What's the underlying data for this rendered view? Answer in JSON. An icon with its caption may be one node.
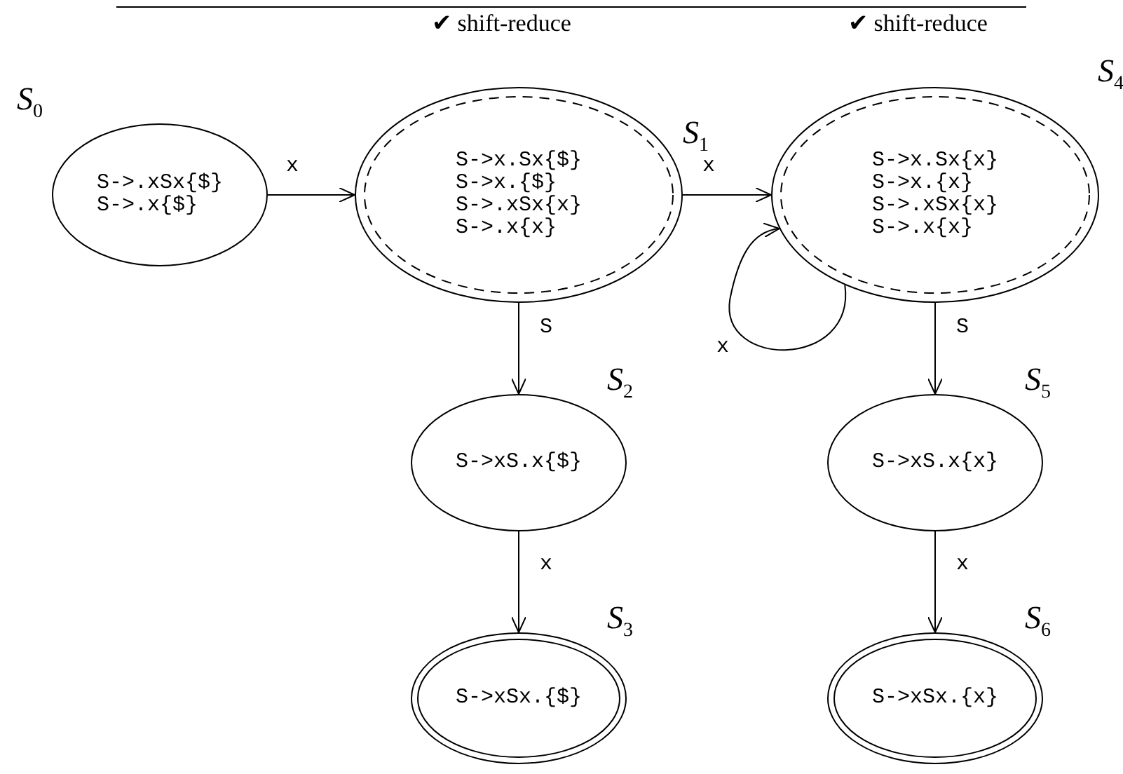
{
  "diagram": {
    "nodes": [
      {
        "text": [
          "S->.xSx{$}",
          "S->.x{$}"
        ],
        "beside": [
          "S$_{0}$"
        ]
      },
      {
        "text": [
          "S->x.Sx{$}",
          "S->x.{$}",
          "S->.xSx{x}",
          "S->.x{x}"
        ],
        "beside": [
          "✔ shift-reduce",
          "S$_{1}$"
        ]
      },
      {
        "text": [
          "S->xS.x{$}"
        ],
        "beside": [
          "S$_{2}$"
        ]
      },
      {
        "text": [
          "S->xSx.{$}"
        ],
        "beside": [
          "S$_{3}$"
        ]
      },
      {
        "text": [
          "S->x.Sx{x}",
          "S->x.{x}",
          "S->.xSx{x}",
          "S->.x{x}"
        ],
        "beside": [
          "✔ shift-reduce",
          "S$_{4}$"
        ]
      },
      {
        "text": [
          "S->xS.x{x}"
        ],
        "beside": [
          "S$_{5}$"
        ]
      },
      {
        "text": [
          "S->xSx.{x}"
        ],
        "beside": [
          "S$_{6}$"
        ]
      }
    ],
    "edges": [
      {
        "from": 0,
        "to": 1,
        "arrow": "to",
        "label": "x"
      },
      {
        "from": 1,
        "to": 4,
        "arrow": "to",
        "label": "x"
      },
      {
        "from": 4,
        "to": 4,
        "arrow": "to",
        "label": "x"
      },
      {
        "from": 1,
        "to": 2,
        "arrow": "to",
        "label": "S"
      },
      {
        "from": 4,
        "to": 5,
        "arrow": "to",
        "label": "S"
      },
      {
        "from": 2,
        "to": 3,
        "arrow": "to",
        "label": "x"
      },
      {
        "from": 5,
        "to": 6,
        "arrow": "to",
        "label": "x"
      }
    ]
  }
}
